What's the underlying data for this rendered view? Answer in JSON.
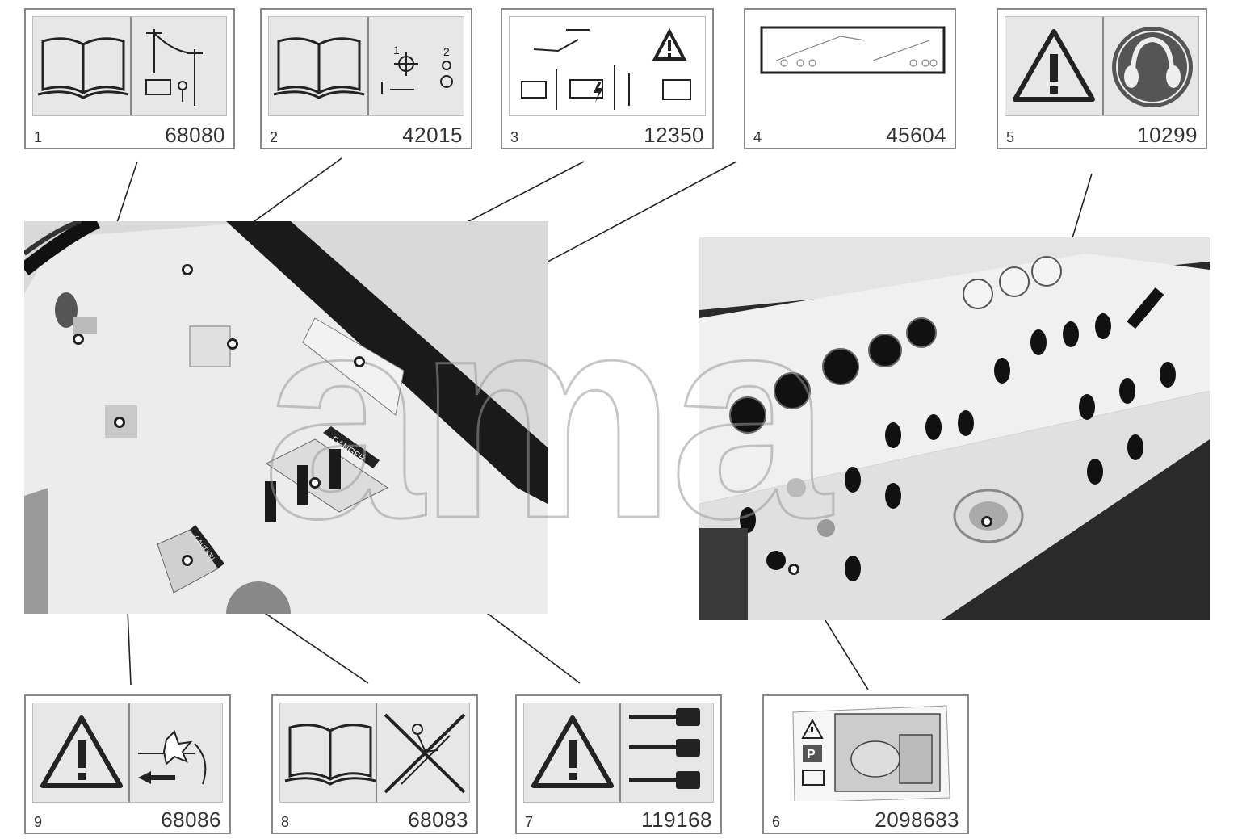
{
  "labels": [
    {
      "index": "1",
      "code": "68080",
      "icon": "manual-and-powerline-icon"
    },
    {
      "index": "2",
      "code": "42015",
      "icon": "manual-and-gear-icon"
    },
    {
      "index": "3",
      "code": "12350",
      "icon": "battery-warning-icon"
    },
    {
      "index": "4",
      "code": "45604",
      "icon": "machine-outline-icon"
    },
    {
      "index": "5",
      "code": "10299",
      "icon": "warning-and-ear-protection-icon"
    },
    {
      "index": "9",
      "code": "68086",
      "icon": "warning-crush-icon"
    },
    {
      "index": "8",
      "code": "68083",
      "icon": "manual-no-climbing-icon"
    },
    {
      "index": "7",
      "code": "119168",
      "icon": "warning-levers-icon"
    },
    {
      "index": "6",
      "code": "2098683",
      "icon": "parking-battery-icon"
    }
  ],
  "photo_labels": {
    "danger": "DANGER",
    "caution": "CAUTION"
  },
  "watermark": "ama",
  "colors": {
    "border": "#888888",
    "panel": "#e7e7e7",
    "dark": "#1a1a1a"
  }
}
